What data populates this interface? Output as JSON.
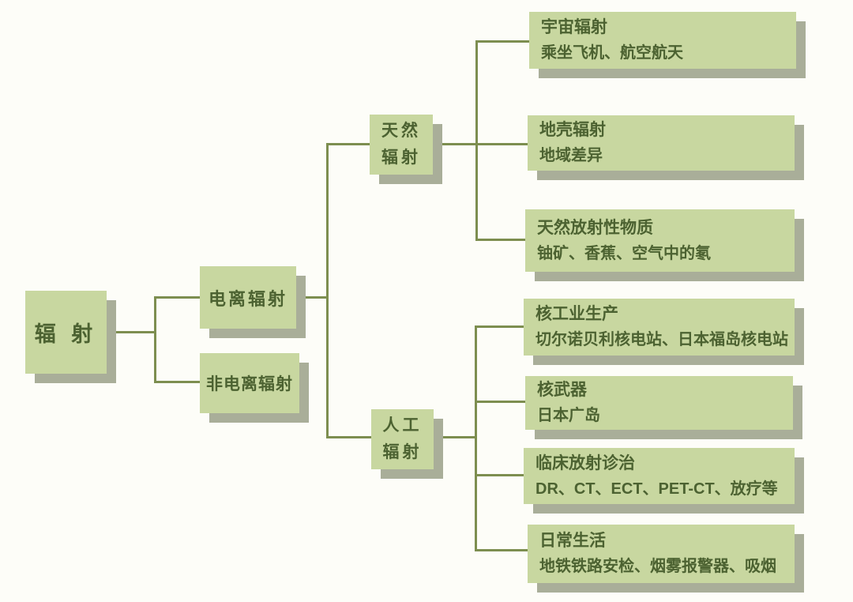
{
  "diagram": {
    "title_concept": "辐射",
    "root": {
      "label": "辐 射"
    },
    "level2": [
      {
        "label": "电离辐射"
      },
      {
        "label": "非电离辐射"
      }
    ],
    "level3": [
      {
        "line1": "天然",
        "line2": "辐射"
      },
      {
        "line1": "人工",
        "line2": "辐射"
      }
    ],
    "leaves": [
      {
        "title": "宇宙辐射",
        "detail": "乘坐飞机、航空航天"
      },
      {
        "title": "地壳辐射",
        "detail": "地域差异"
      },
      {
        "title": "天然放射性物质",
        "detail": "铀矿、香蕉、空气中的氡"
      },
      {
        "title": "核工业生产",
        "detail": "切尔诺贝利核电站、日本福岛核电站"
      },
      {
        "title": "核武器",
        "detail": "日本广岛"
      },
      {
        "title": "临床放射诊治",
        "detail": "DR、CT、ECT、PET-CT、放疗等"
      },
      {
        "title": "日常生活",
        "detail": "地铁铁路安检、烟雾报警器、吸烟"
      }
    ],
    "colors": {
      "box_fill": "#c8d7a0",
      "box_shadow": "#a9ae99",
      "line": "#7d8e50",
      "text": "#4c6231",
      "background": "#fdfdf8"
    }
  }
}
